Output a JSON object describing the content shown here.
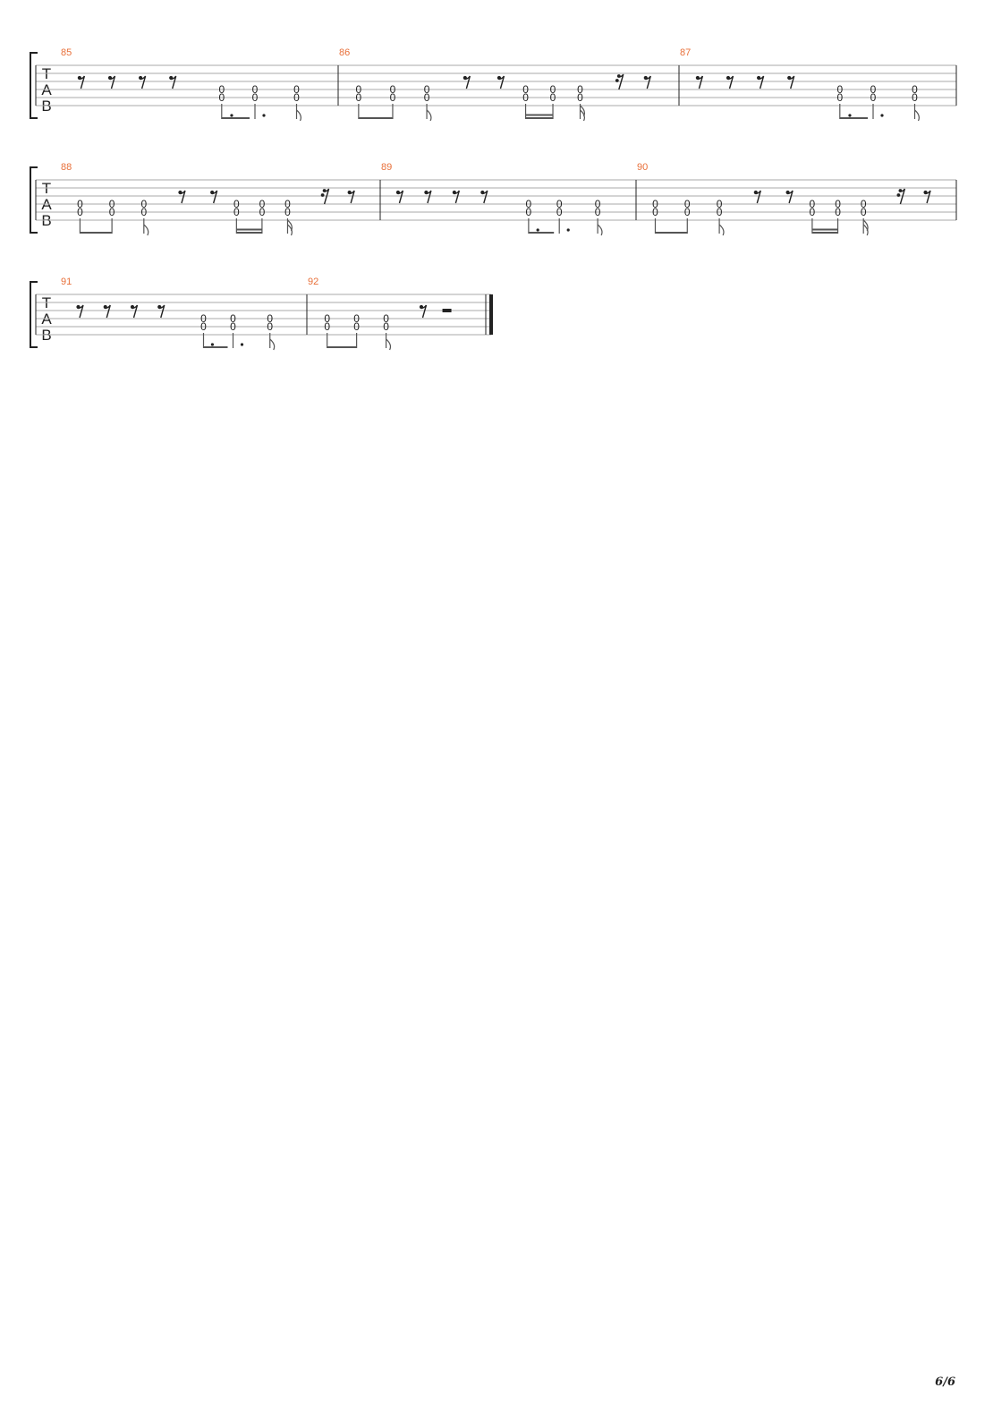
{
  "document": {
    "page_number": "6/6",
    "tab_clef": [
      "T",
      "A",
      "B"
    ],
    "fret": "0",
    "colors": {
      "measure_number": "#e8703a",
      "ink": "#222222",
      "staff_line": "#aaaaaa"
    },
    "systems": [
      {
        "measures": [
          {
            "number": "85",
            "pattern": "rests-then-dotted"
          },
          {
            "number": "86",
            "pattern": "eighths-then-sixteenths"
          },
          {
            "number": "87",
            "pattern": "rests-then-dotted"
          }
        ]
      },
      {
        "measures": [
          {
            "number": "88",
            "pattern": "eighths-then-sixteenths"
          },
          {
            "number": "89",
            "pattern": "rests-then-dotted"
          },
          {
            "number": "90",
            "pattern": "eighths-then-sixteenths"
          }
        ]
      },
      {
        "measures": [
          {
            "number": "91",
            "pattern": "rests-then-dotted"
          },
          {
            "number": "92",
            "pattern": "final-eighths"
          }
        ],
        "final_barline": true
      }
    ]
  }
}
